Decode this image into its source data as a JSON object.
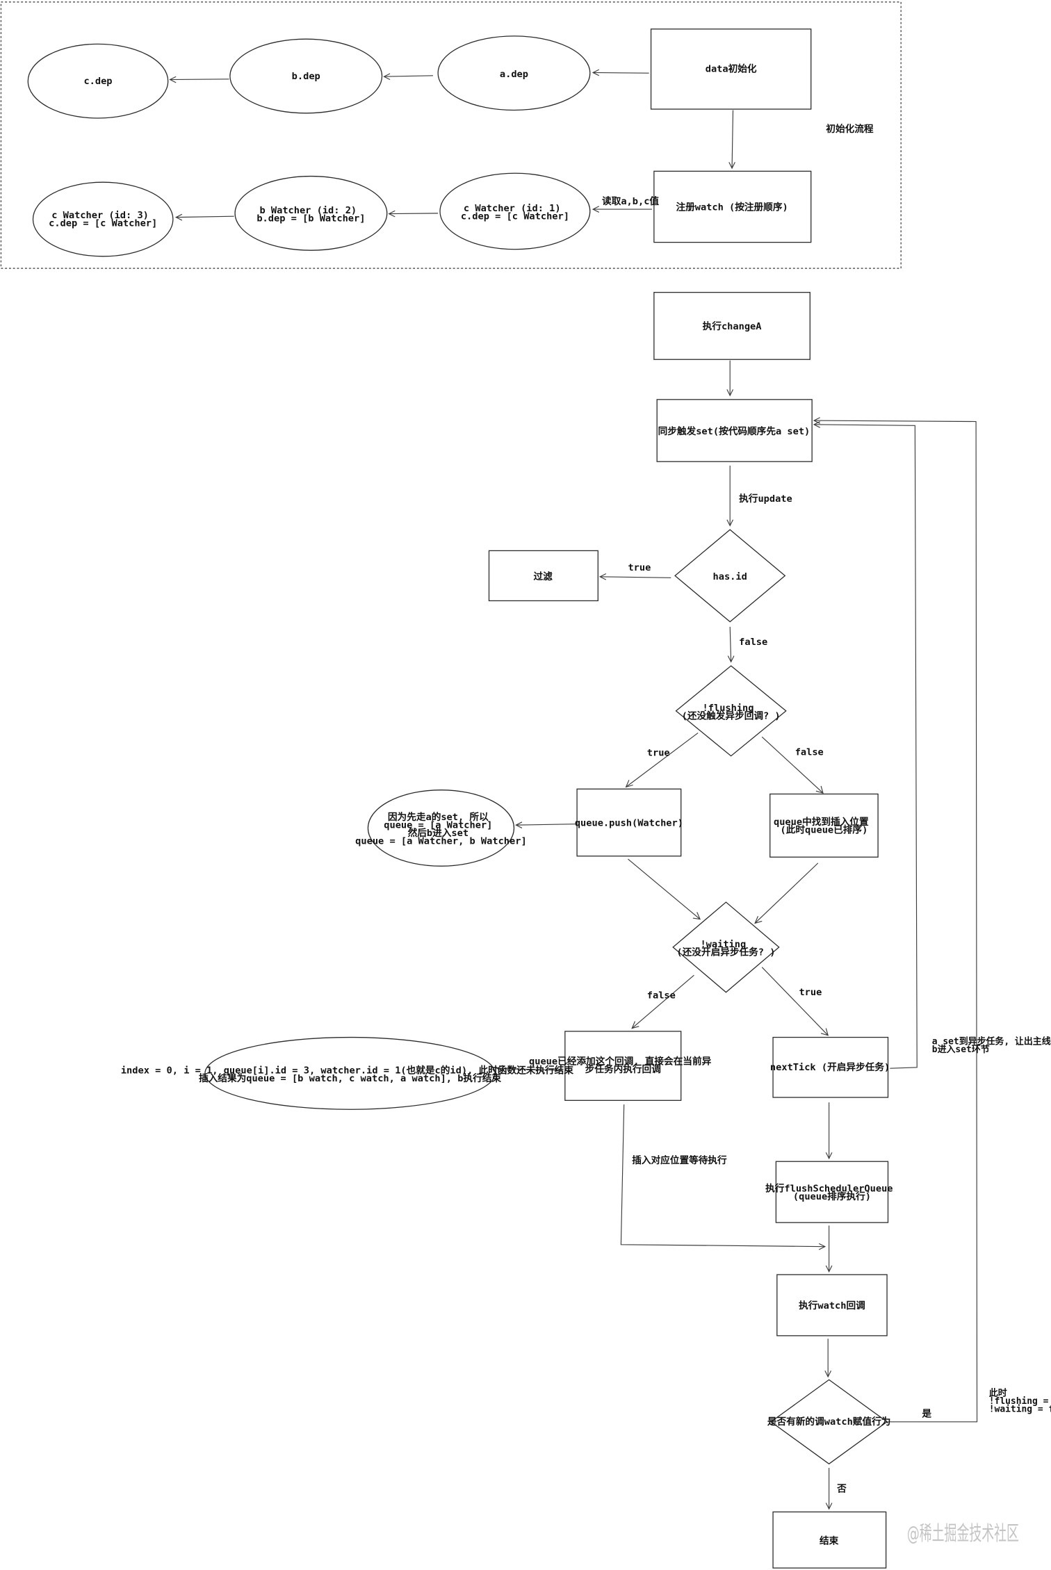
{
  "diagram": {
    "init_section_label": "初始化流程",
    "nodes": {
      "c_dep": [
        "c.dep"
      ],
      "b_dep": [
        "b.dep"
      ],
      "a_dep": [
        "a.dep"
      ],
      "data_init": [
        "data初始化"
      ],
      "c_watcher": [
        "c Watcher (id: 3)",
        "c.dep = [c Watcher]"
      ],
      "b_watcher": [
        "b Watcher (id: 2)",
        "b.dep = [b Watcher]"
      ],
      "a_watcher": [
        "c Watcher (id: 1)",
        "c.dep = [c Watcher]"
      ],
      "register_watch": [
        "注册watch (按注册顺序)"
      ],
      "change_a": [
        "执行changeA"
      ],
      "sync_set": [
        "同步触发set(按代码顺序先a set)"
      ],
      "has_id": [
        "has.id"
      ],
      "filter": [
        "过滤"
      ],
      "flushing": [
        "!flushing",
        "(还没触发异步回调? )"
      ],
      "queue_push": [
        "queue.push(Watcher)"
      ],
      "push_note": [
        "因为先走a的set, 所以",
        "queue = [a Watcher]",
        "然后b进入set",
        "queue = [a Watcher, b Watcher]"
      ],
      "queue_insert": [
        "queue中找到插入位置",
        "(此时queue已排序)"
      ],
      "waiting": [
        "!waiting",
        "(还没开启异步任务? )"
      ],
      "queue_added": [
        "queue已经添加这个回调, 直接会在当前异",
        "步任务内执行回调"
      ],
      "index_note": [
        "index = 0, i = 1, queue[i].id = 3, watcher.id = 1(也就是c的id), 此时函数还未执行结束",
        "插入结果为queue = [b watch, c watch, a watch], b执行结束"
      ],
      "next_tick": [
        "nextTick (开启异步任务)"
      ],
      "flush_queue": [
        "执行flushSchedulerQueue",
        "(queue排序执行)"
      ],
      "watch_cb": [
        "执行watch回调"
      ],
      "new_assign": [
        "是否有新的调watch赋值行为"
      ],
      "end": [
        "结束"
      ]
    },
    "edge_labels": {
      "read_abc": "读取a,b,c值",
      "exec_update": "执行update",
      "hasid_true": "true",
      "hasid_false": "false",
      "flushing_true": "true",
      "flushing_false": "false",
      "waiting_false": "false",
      "waiting_true": "true",
      "insert_wait": "插入对应位置等待执行",
      "yes": "是",
      "no": "否"
    },
    "notes": {
      "async_note": [
        "a set到异步任务, 让出主线程",
        "b进入set环节"
      ],
      "reset_note": [
        "此时",
        "!flushing = false",
        "!waiting = false"
      ]
    }
  },
  "watermark": "@稀土掘金技术社区"
}
